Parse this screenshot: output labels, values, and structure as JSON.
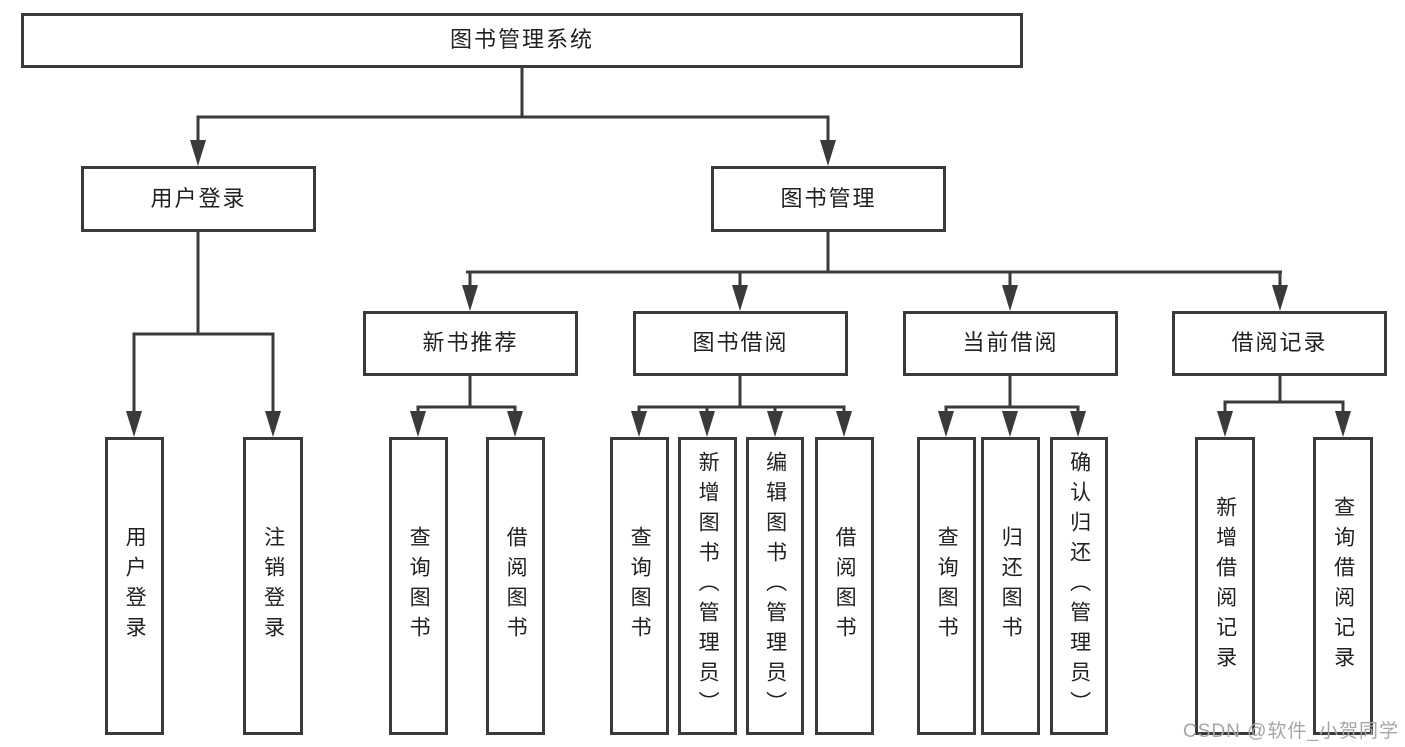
{
  "diagram": {
    "root": {
      "label": "图书管理系统",
      "children": [
        {
          "label": "用户登录",
          "children": [
            {
              "label": "用户登录"
            },
            {
              "label": "注销登录"
            }
          ]
        },
        {
          "label": "图书管理",
          "children": [
            {
              "label": "新书推荐",
              "children": [
                {
                  "label": "查询图书"
                },
                {
                  "label": "借阅图书"
                }
              ]
            },
            {
              "label": "图书借阅",
              "children": [
                {
                  "label": "查询图书"
                },
                {
                  "label": "新增图书（管理员）"
                },
                {
                  "label": "编辑图书（管理员）"
                },
                {
                  "label": "借阅图书"
                }
              ]
            },
            {
              "label": "当前借阅",
              "children": [
                {
                  "label": "查询图书"
                },
                {
                  "label": "归还图书"
                },
                {
                  "label": "确认归还（管理员）"
                }
              ]
            },
            {
              "label": "借阅记录",
              "children": [
                {
                  "label": "新增借阅记录"
                },
                {
                  "label": "查询借阅记录"
                }
              ]
            }
          ]
        }
      ]
    },
    "watermark": "CSDN @软件_小贺同学",
    "colors": {
      "line": "#3a3a3a",
      "text": "#212121",
      "watermark": "#a6a6a6",
      "background": "#ffffff"
    }
  }
}
